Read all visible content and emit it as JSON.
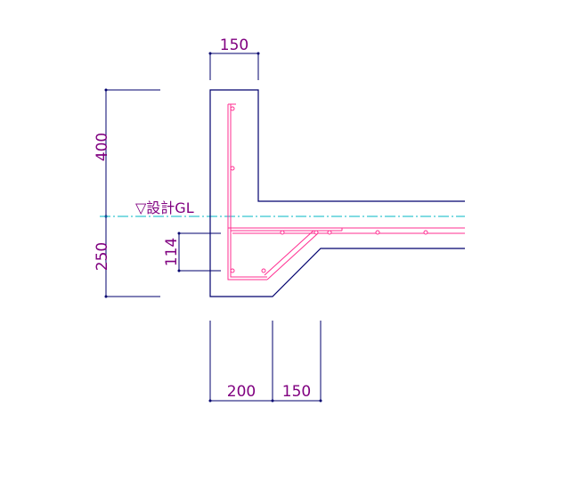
{
  "drawing": {
    "dimensions": {
      "top_width": "150",
      "height_upper": "400",
      "height_lower": "250",
      "slab_offset": "114",
      "bottom_left": "200",
      "bottom_right": "150"
    },
    "ground_level_label": "▽設計GL"
  },
  "colors": {
    "outline": "#00006e",
    "dimension_text": "#800080",
    "rebar": "#ff2f92",
    "ground_line": "#00b7c6",
    "background": "#ffffff"
  }
}
